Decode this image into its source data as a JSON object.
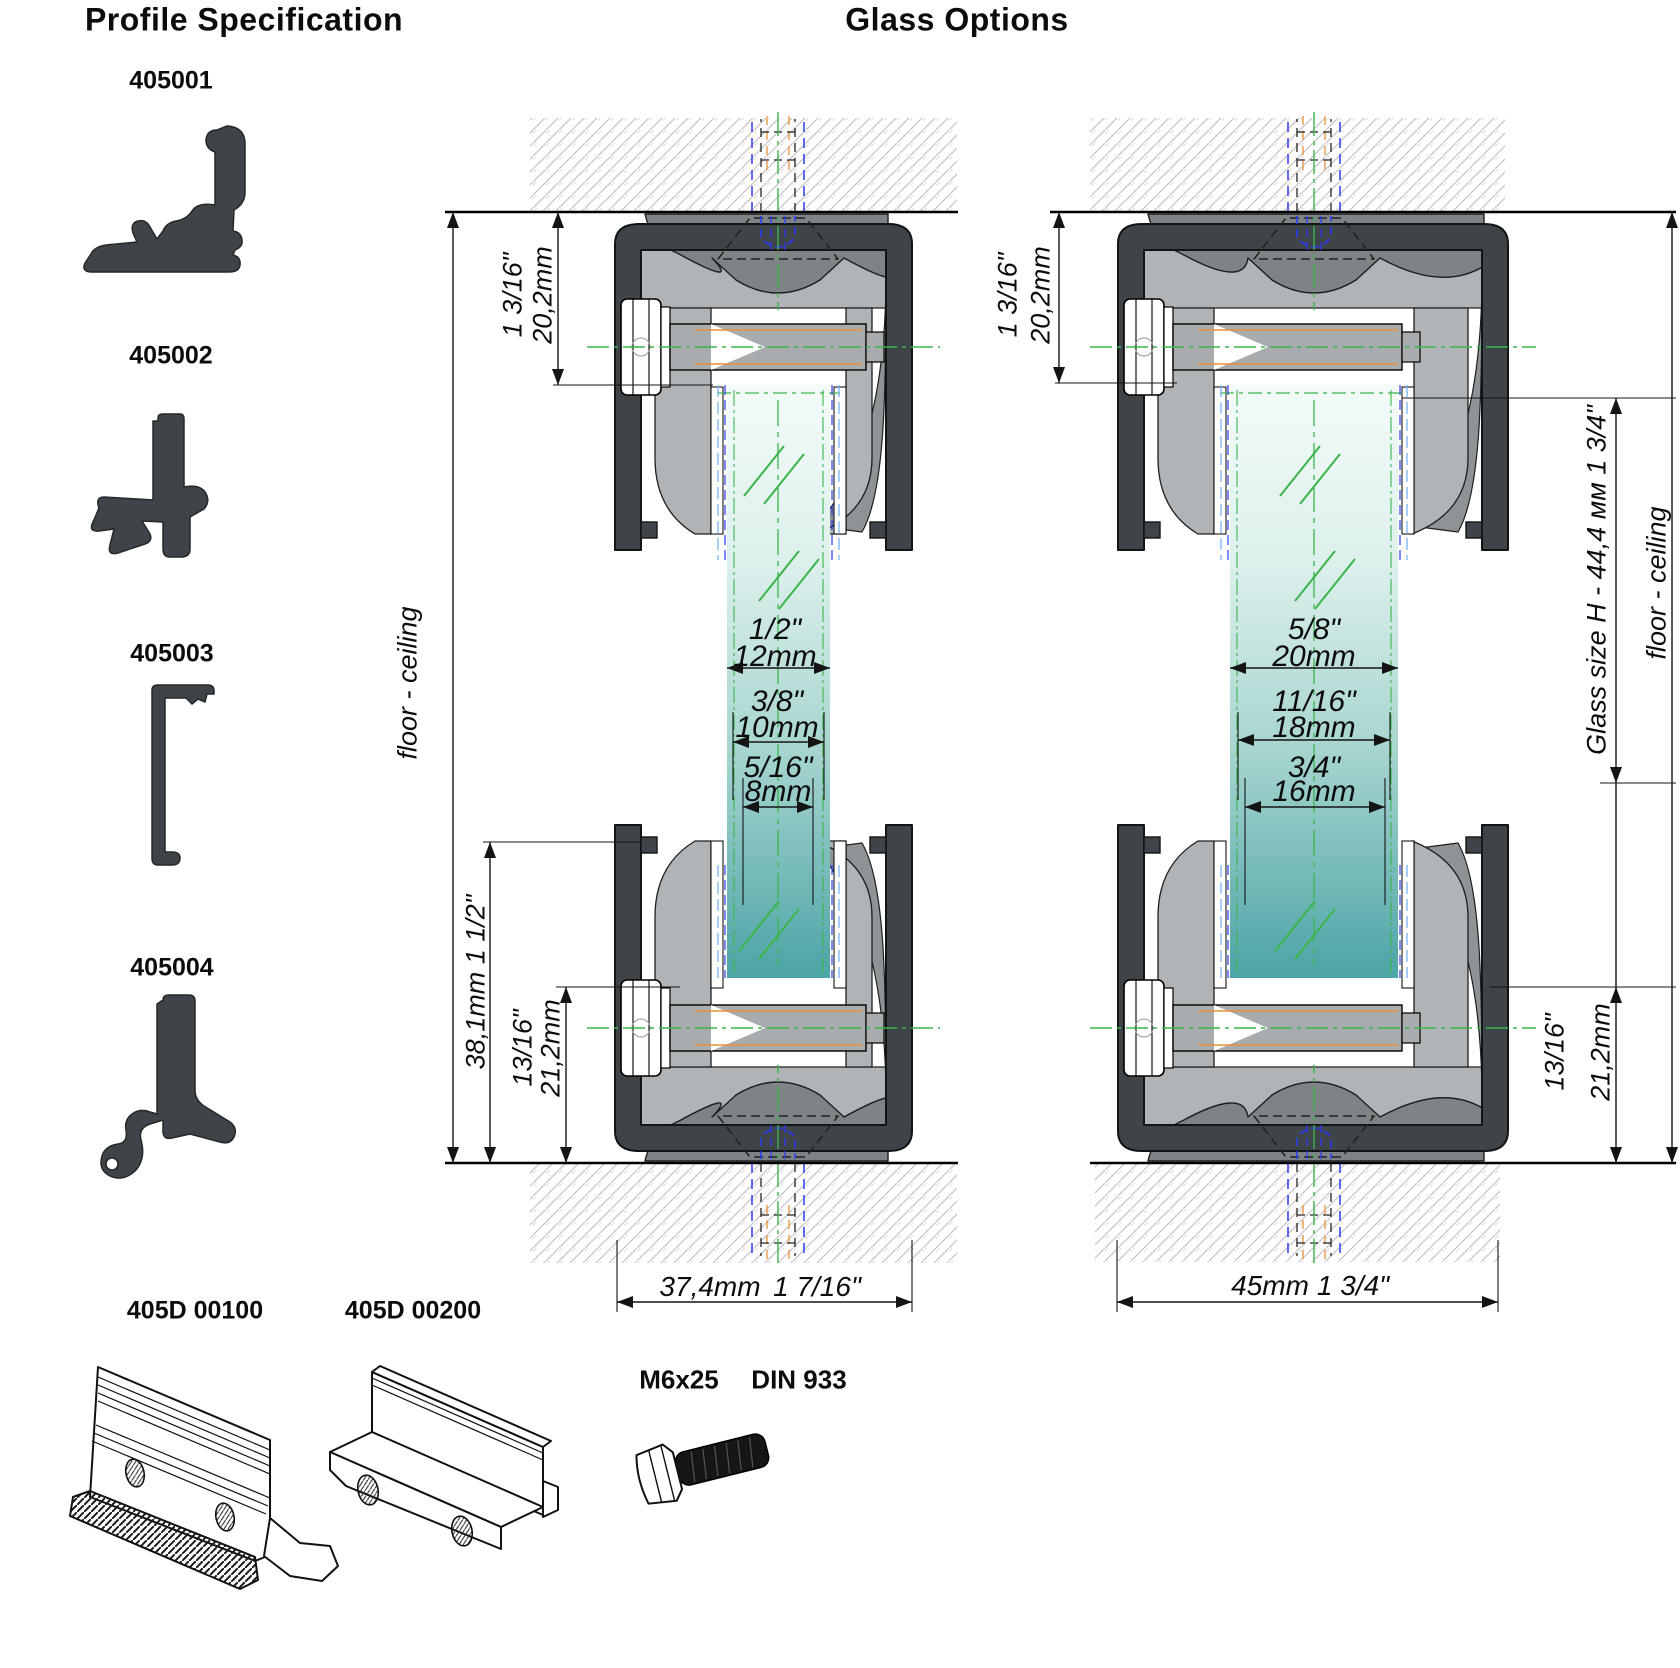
{
  "headings": {
    "profile_specification": "Profile Specification",
    "glass_options": "Glass Options"
  },
  "profiles": [
    {
      "code": "405001"
    },
    {
      "code": "405002"
    },
    {
      "code": "405003"
    },
    {
      "code": "405004"
    }
  ],
  "clamp_parts": [
    {
      "code": "405D 00100"
    },
    {
      "code": "405D 00200"
    }
  ],
  "fastener": {
    "size": "M6x25",
    "standard": "DIN 933"
  },
  "section_a": {
    "ceiling_offset": {
      "inch": "1 3/16\"",
      "mm": "20,2mm"
    },
    "span_label": "floor - ceiling",
    "profile_height": "38,1mm  1 1/2\"",
    "floor_offset": {
      "inch": "13/16\"",
      "mm": "21,2mm"
    },
    "glass_thicknesses": [
      {
        "inch": "1/2\"",
        "mm": "12mm"
      },
      {
        "inch": "3/8\"",
        "mm": "10mm"
      },
      {
        "inch": "5/16\"",
        "mm": "8mm"
      }
    ],
    "overall_width": {
      "mm": "37,4mm",
      "inch": "1 7/16\""
    }
  },
  "section_b": {
    "ceiling_offset": {
      "inch": "1 3/16\"",
      "mm": "20,2mm"
    },
    "glass_height_note": "Glass size H - 44,4 мм   1 3/4\"",
    "span_label": "floor - ceiling",
    "floor_offset": {
      "inch": "13/16\"",
      "mm": "21,2mm"
    },
    "glass_thicknesses": [
      {
        "inch": "5/8\"",
        "mm": "20mm"
      },
      {
        "inch": "11/16\"",
        "mm": "18mm"
      },
      {
        "inch": "3/4\"",
        "mm": "16mm"
      }
    ],
    "overall_width": {
      "mm": "45mm",
      "inch": "1 3/4\""
    }
  },
  "colors": {
    "profile_dark": "#3e4448",
    "clamp_gray": "#b1b4b6",
    "gasket_gray": "#7e8486",
    "accent_gray": "#8e9396",
    "glass_teal": "#4da4a6",
    "glass_light": "#f3fbf9",
    "centerline_green": "#3bb54a",
    "anchor_blue": "#2b3cf0",
    "thread_orange": "#e8903a",
    "hatch_gray": "#c4c4c4",
    "dim_black": "#141414"
  }
}
